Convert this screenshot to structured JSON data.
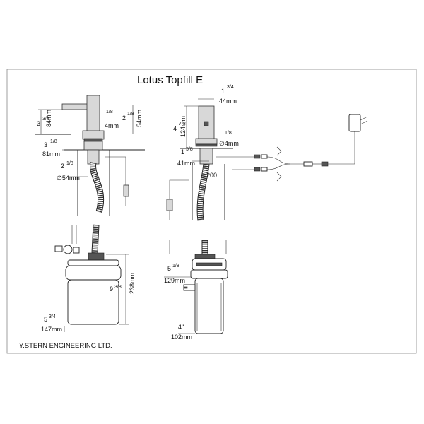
{
  "title": "Lotus Topfill E",
  "company": "Y.STERN ENGINEERING LTD.",
  "dims": {
    "faucet_top_in_whole": "1",
    "faucet_top_in_frac": "3/4",
    "faucet_top_mm": "44mm",
    "spout_height_in_whole": "3",
    "spout_height_in_frac": "3/4",
    "spout_height_mm": "84mm",
    "spout_reach_in_whole": "3",
    "spout_reach_in_frac": "1/8",
    "spout_reach_mm": "81mm",
    "wall_in_whole": "",
    "wall_in_frac": "1/8",
    "wall_mm": "4mm",
    "body_in_whole": "2",
    "body_in_frac": "1/8",
    "body_mm": "54mm",
    "base_in_whole": "2",
    "base_in_frac": "1/8",
    "base_mm": "∅54mm",
    "head_in_whole": "4",
    "head_in_frac": "7/8",
    "head_mm": "124mm",
    "head_wall_in_frac": "1/8",
    "head_wall_mm": "∅4mm",
    "shank_in_whole": "1",
    "shank_in_frac": "5/8",
    "shank_mm": "41mm",
    "shank_label": "200",
    "tank_height_in_whole": "9",
    "tank_height_in_frac": "3/8",
    "tank_height_mm": "238mm",
    "tank_width_in_whole": "5",
    "tank_width_in_frac": "3/4",
    "tank_width_mm": "147mm",
    "pump_width_in_whole": "5",
    "pump_width_in_frac": "1/8",
    "pump_width_mm": "129mm",
    "pump_base_in": "4\"",
    "pump_base_mm": "102mm"
  }
}
